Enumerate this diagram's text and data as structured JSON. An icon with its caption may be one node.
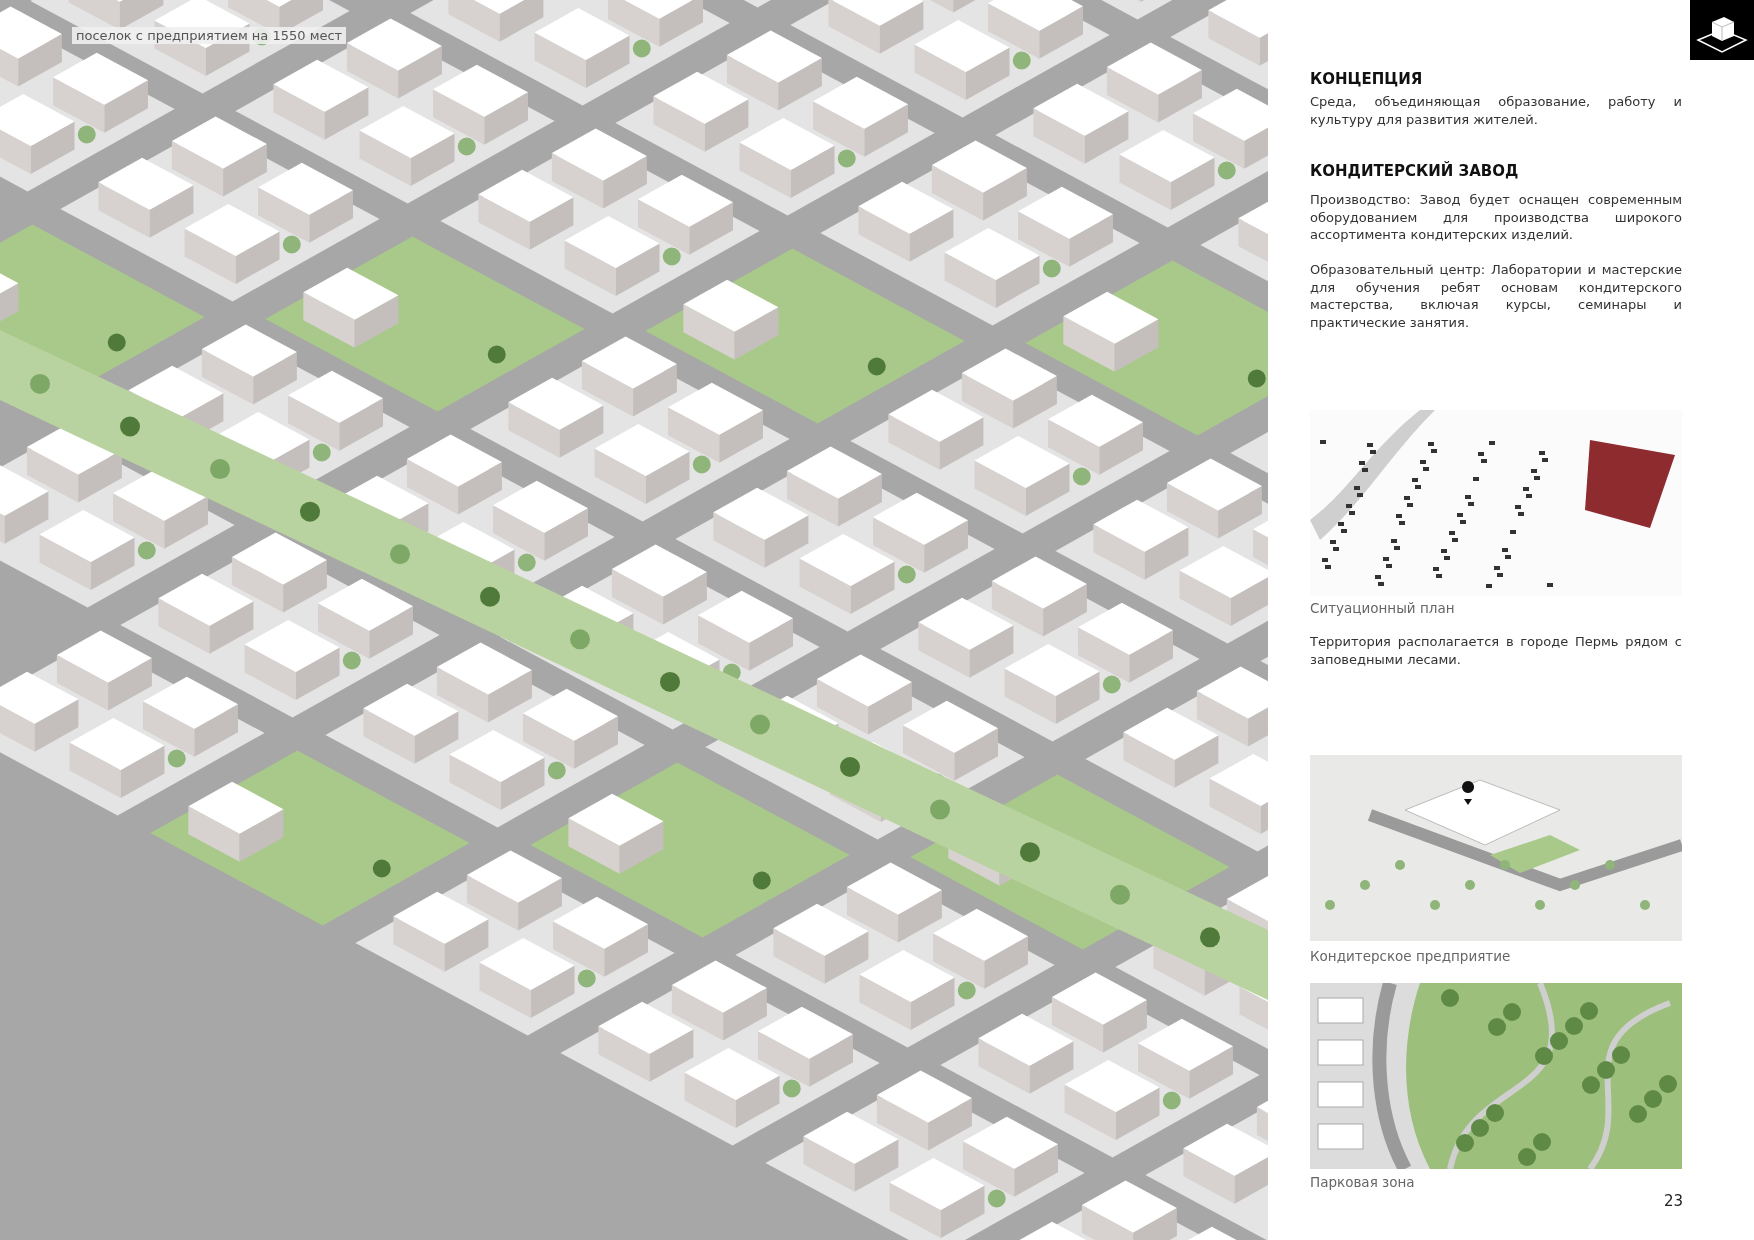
{
  "diagram": {
    "labels": [
      "поселок с предприятием на 1550 мест",
      "КОНЦЕПЦИЯ",
      "Среда, объединяющая образование, работу и культуру для развития жителей.",
      "КОНДИТЕРСКИЙ ЗАВОД",
      "Производство: Завод будет оснащен современным оборудованием для производства широкого ассортимента кондитерских изделий.",
      "Образовательный центр: Лаборатории и мастерские для обучения ребят основам кондитерского мастерства, включая курсы, семинары и практические занятия.",
      "Ситуационный план",
      "Территория располагается в городе Пермь рядом с заповедными лесами.",
      "Кондитерское предприятие",
      "Парковая зона",
      "23"
    ]
  }
}
